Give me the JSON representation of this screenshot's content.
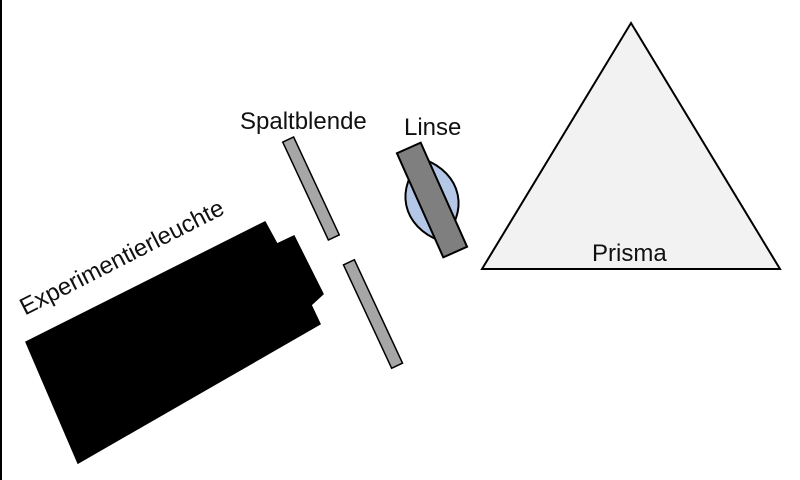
{
  "figure": {
    "type": "optics-experiment-setup-diagram",
    "background": "#ffffff",
    "labels": {
      "lamp": "Experimentierleuchte",
      "slit": "Spaltblende",
      "lens": "Linse",
      "prism": "Prisma"
    },
    "colors": {
      "outline": "#000000",
      "lamp_fill": "#000000",
      "slit_fill": "#a6a6a6",
      "lens_holder_fill": "#7f7f7f",
      "lens_glass_fill": "#b4c7e7",
      "prism_fill": "#f2f2f2",
      "edge_line": "#000000",
      "label_text": "#111111"
    }
  }
}
